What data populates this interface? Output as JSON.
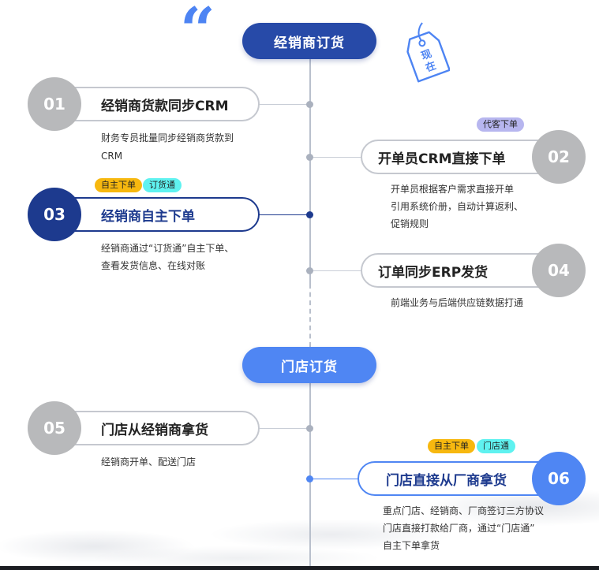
{
  "sections": {
    "dealer": "经销商订货",
    "store": "门店订货"
  },
  "tag_label": "现在",
  "quote_glyph": "“",
  "steps": [
    {
      "num": "01",
      "title": "经销商货款同步CRM",
      "desc": [
        "财务专员批量同步经销商货款到",
        "CRM"
      ]
    },
    {
      "num": "02",
      "title": "开单员CRM直接下单",
      "badge": "代客下单",
      "desc": [
        "开单员根据客户需求直接开单",
        "引用系统价册，自动计算返利、",
        "促销规则"
      ]
    },
    {
      "num": "03",
      "title": "经销商自主下单",
      "badges": [
        "自主下单",
        "订货通"
      ],
      "desc": [
        "经销商通过“订货通”自主下单、",
        "查看发货信息、在线对账"
      ]
    },
    {
      "num": "04",
      "title": "订单同步ERP发货",
      "desc": [
        "前端业务与后端供应链数据打通"
      ]
    },
    {
      "num": "05",
      "title": "门店从经销商拿货",
      "desc": [
        "经销商开单、配送门店"
      ]
    },
    {
      "num": "06",
      "title": "门店直接从厂商拿货",
      "badges": [
        "自主下单",
        "门店通"
      ],
      "desc": [
        "重点门店、经销商、厂商签订三方协议",
        "门店直接打款给厂商，通过“门店通”",
        "自主下单拿货"
      ]
    }
  ]
}
